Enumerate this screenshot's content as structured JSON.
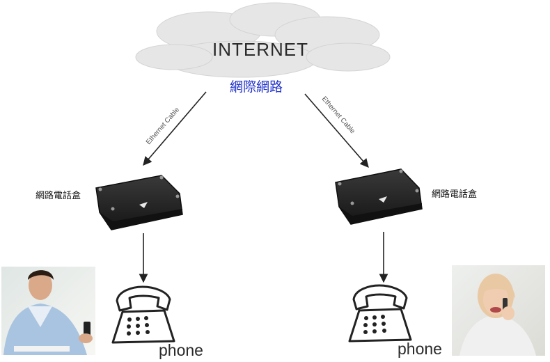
{
  "internet_label": "INTERNET",
  "network_label": "網際網路",
  "cable_left": "Ethernet Cable",
  "cable_right": "Ethernet Cable",
  "box_left_label": "網路電話盒",
  "box_right_label": "網路電話盒",
  "phone_left_label": "phone",
  "phone_right_label": "phone",
  "colors": {
    "network_label": "#2233cc",
    "device": "#222222"
  }
}
